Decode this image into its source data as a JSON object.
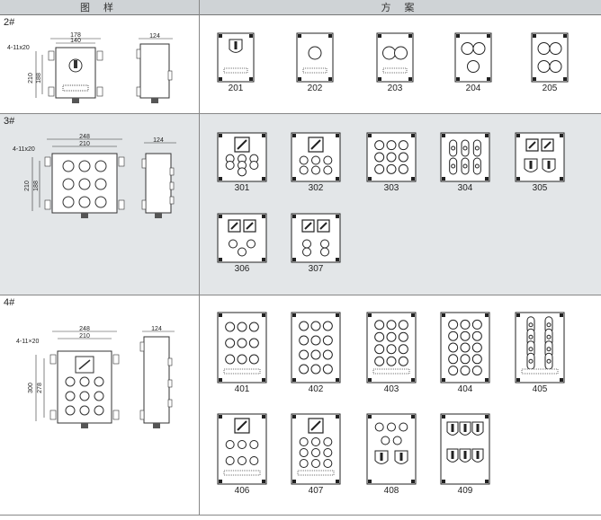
{
  "header": {
    "left": "图 样",
    "right": "方 案"
  },
  "sections": [
    {
      "label": "2#",
      "dims": {
        "width_outer": "178",
        "width_inner": "140",
        "height_outer": "210",
        "height_inner": "188",
        "depth": "124",
        "holes": "4-11x20"
      },
      "schemes": [
        {
          "num": "201",
          "type": "switch",
          "count": 0,
          "terminal": true
        },
        {
          "num": "202",
          "type": "buttons",
          "count": 1,
          "terminal": true
        },
        {
          "num": "203",
          "type": "buttons",
          "count": 2,
          "terminal": true
        },
        {
          "num": "204",
          "type": "buttons",
          "count": 3,
          "terminal": false
        },
        {
          "num": "205",
          "type": "buttons",
          "count": 4,
          "terminal": false
        }
      ]
    },
    {
      "label": "3#",
      "dims": {
        "width_outer": "248",
        "width_inner": "210",
        "height_outer": "210",
        "height_inner": "188",
        "depth": "124",
        "holes": "4-11x20"
      },
      "schemes": [
        {
          "num": "301",
          "type": "meter",
          "count": 7,
          "terminal": false
        },
        {
          "num": "302",
          "type": "meter",
          "count": 6,
          "terminal": false
        },
        {
          "num": "303",
          "type": "buttons",
          "count": 9,
          "terminal": false
        },
        {
          "num": "304",
          "type": "lamps",
          "count": 6,
          "terminal": false
        },
        {
          "num": "305",
          "type": "meter2",
          "count": 2,
          "terminal": false
        },
        {
          "num": "306",
          "type": "meter2",
          "count": 3,
          "terminal": false
        },
        {
          "num": "307",
          "type": "meter2",
          "count": 4,
          "terminal": false
        }
      ]
    },
    {
      "label": "4#",
      "dims": {
        "width_outer": "248",
        "width_inner": "210",
        "height_outer": "300",
        "height_inner": "278",
        "depth": "124",
        "holes": "4-11×20"
      },
      "schemes": [
        {
          "num": "401",
          "type": "buttons",
          "count": 9,
          "terminal": true
        },
        {
          "num": "402",
          "type": "buttons",
          "count": 12,
          "terminal": false
        },
        {
          "num": "403",
          "type": "buttons",
          "count": 12,
          "terminal": true
        },
        {
          "num": "404",
          "type": "buttons",
          "count": 15,
          "terminal": false
        },
        {
          "num": "405",
          "type": "lamps",
          "count": 8,
          "terminal": true
        },
        {
          "num": "406",
          "type": "meter",
          "count": 6,
          "terminal": true
        },
        {
          "num": "407",
          "type": "meter",
          "count": 9,
          "terminal": true
        },
        {
          "num": "408",
          "type": "switches",
          "count": 5,
          "terminal": false
        },
        {
          "num": "409",
          "type": "switches",
          "count": 6,
          "terminal": false
        }
      ]
    }
  ]
}
